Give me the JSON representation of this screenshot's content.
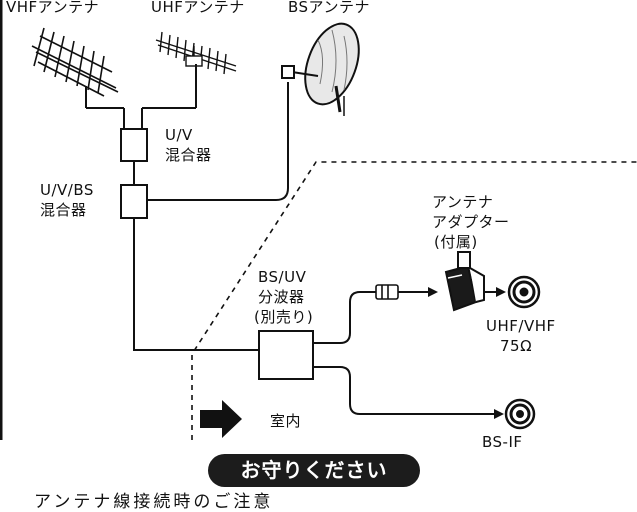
{
  "labels": {
    "vhf_antenna": "VHFアンテナ",
    "uhf_antenna": "UHFアンテナ",
    "bs_antenna": "BSアンテナ",
    "uv_mixer_line1": "U/V",
    "uv_mixer_line2": "混合器",
    "uvbs_mixer_line1": "U/V/BS",
    "uvbs_mixer_line2": "混合器",
    "adapter_line1": "アンテナ",
    "adapter_line2": "アダプター",
    "adapter_line3": "(付属)",
    "splitter_line1": "BS/UV",
    "splitter_line2": "分波器",
    "splitter_line3": "(別売り)",
    "uhf_vhf_jack_line1": "UHF/VHF",
    "uhf_vhf_jack_line2": "75Ω",
    "bs_if_jack": "BS-IF",
    "indoor": "室内"
  },
  "notice_badge": "お守りください",
  "footer_text": "アンテナ線接続時のご注意"
}
